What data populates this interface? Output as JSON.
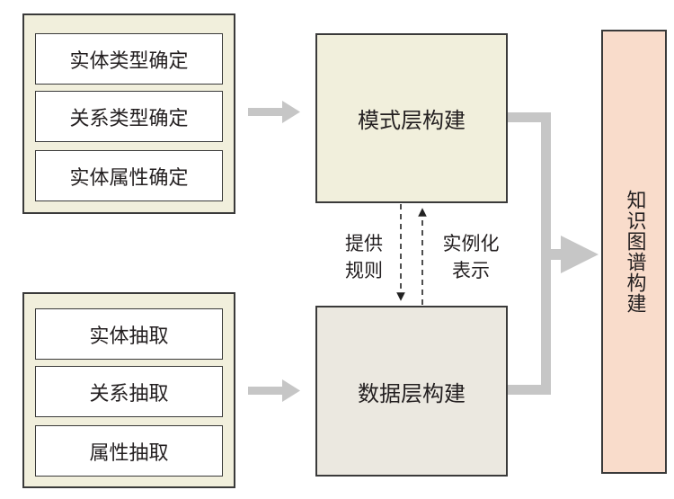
{
  "schema_group": {
    "items": [
      "实体类型确定",
      "关系类型确定",
      "实体属性确定"
    ]
  },
  "data_group": {
    "items": [
      "实体抽取",
      "关系抽取",
      "属性抽取"
    ]
  },
  "schema_layer": {
    "label": "模式层构建"
  },
  "data_layer": {
    "label": "数据层构建"
  },
  "knowledge_graph": {
    "label": "知识图谱构建"
  },
  "links": {
    "provide_rules": [
      "提供",
      "规则"
    ],
    "instantiate": [
      "实例化",
      "表示"
    ]
  },
  "colors": {
    "group_bg": "#f1efdc",
    "schema_layer_bg": "#f1efdc",
    "data_layer_bg": "#ebe8e0",
    "final_bg": "#f9dccb",
    "arrow_gray": "#c6c6c6"
  }
}
